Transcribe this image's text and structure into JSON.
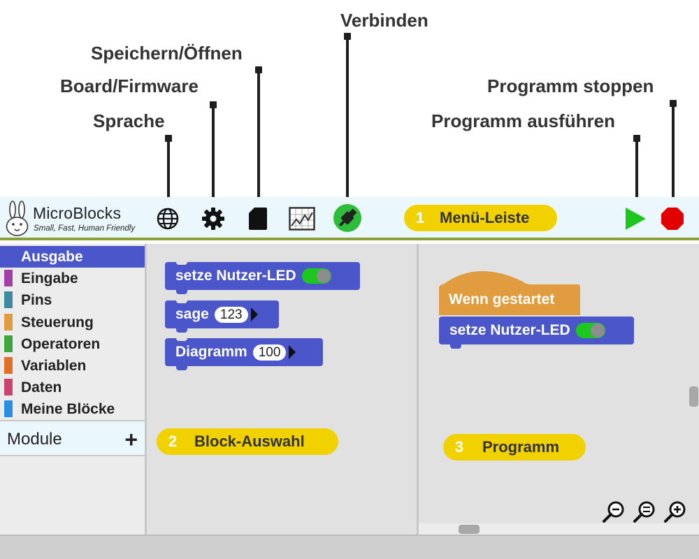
{
  "callouts": {
    "verbinden": "Verbinden",
    "speichern": "Speichern/Öffnen",
    "board": "Board/Firmware",
    "sprache": "Sprache",
    "stoppen": "Programm stoppen",
    "ausfuehren": "Programm ausführen"
  },
  "app": {
    "name": "MicroBlocks",
    "tagline": "Small, Fast, Human Friendly"
  },
  "menu_badge": {
    "number": "1",
    "label": "Menü-Leiste"
  },
  "palette_badge": {
    "number": "2",
    "label": "Block-Auswahl"
  },
  "script_badge": {
    "number": "3",
    "label": "Programm"
  },
  "categories": [
    {
      "label": "Ausgabe",
      "color": "#4a56c9",
      "active": true
    },
    {
      "label": "Eingabe",
      "color": "#a240a8"
    },
    {
      "label": "Pins",
      "color": "#3f8aa0"
    },
    {
      "label": "Steuerung",
      "color": "#e09c3f"
    },
    {
      "label": "Operatoren",
      "color": "#3fa63f"
    },
    {
      "label": "Variablen",
      "color": "#e07028"
    },
    {
      "label": "Daten",
      "color": "#c9446e"
    },
    {
      "label": "Meine Blöcke",
      "color": "#2a8fe0"
    }
  ],
  "modules": {
    "label": "Module",
    "add": "+"
  },
  "palette_blocks": [
    {
      "label": "setze Nutzer-LED",
      "input": "toggle-on"
    },
    {
      "label": "sage",
      "input": "123"
    },
    {
      "label": "Diagramm",
      "input": "100"
    }
  ],
  "script": {
    "hat_label": "Wenn gestartet",
    "hat_color": "#e09c3f",
    "command_label": "setze Nutzer-LED",
    "command_input": "toggle-on"
  },
  "icons": [
    "globe-icon",
    "gear-icon",
    "file-icon",
    "graph-icon",
    "usb-connect-icon",
    "play-icon",
    "stop-icon",
    "zoom-out-icon",
    "zoom-reset-icon",
    "zoom-in-icon"
  ],
  "colors": {
    "block_blue": "#4a56c9",
    "badge_yellow": "#f2d100",
    "menubar_bg": "#eaf7fc",
    "menubar_border": "#8aa135",
    "run_green": "#1ec71e",
    "stop_red": "#e30000"
  }
}
